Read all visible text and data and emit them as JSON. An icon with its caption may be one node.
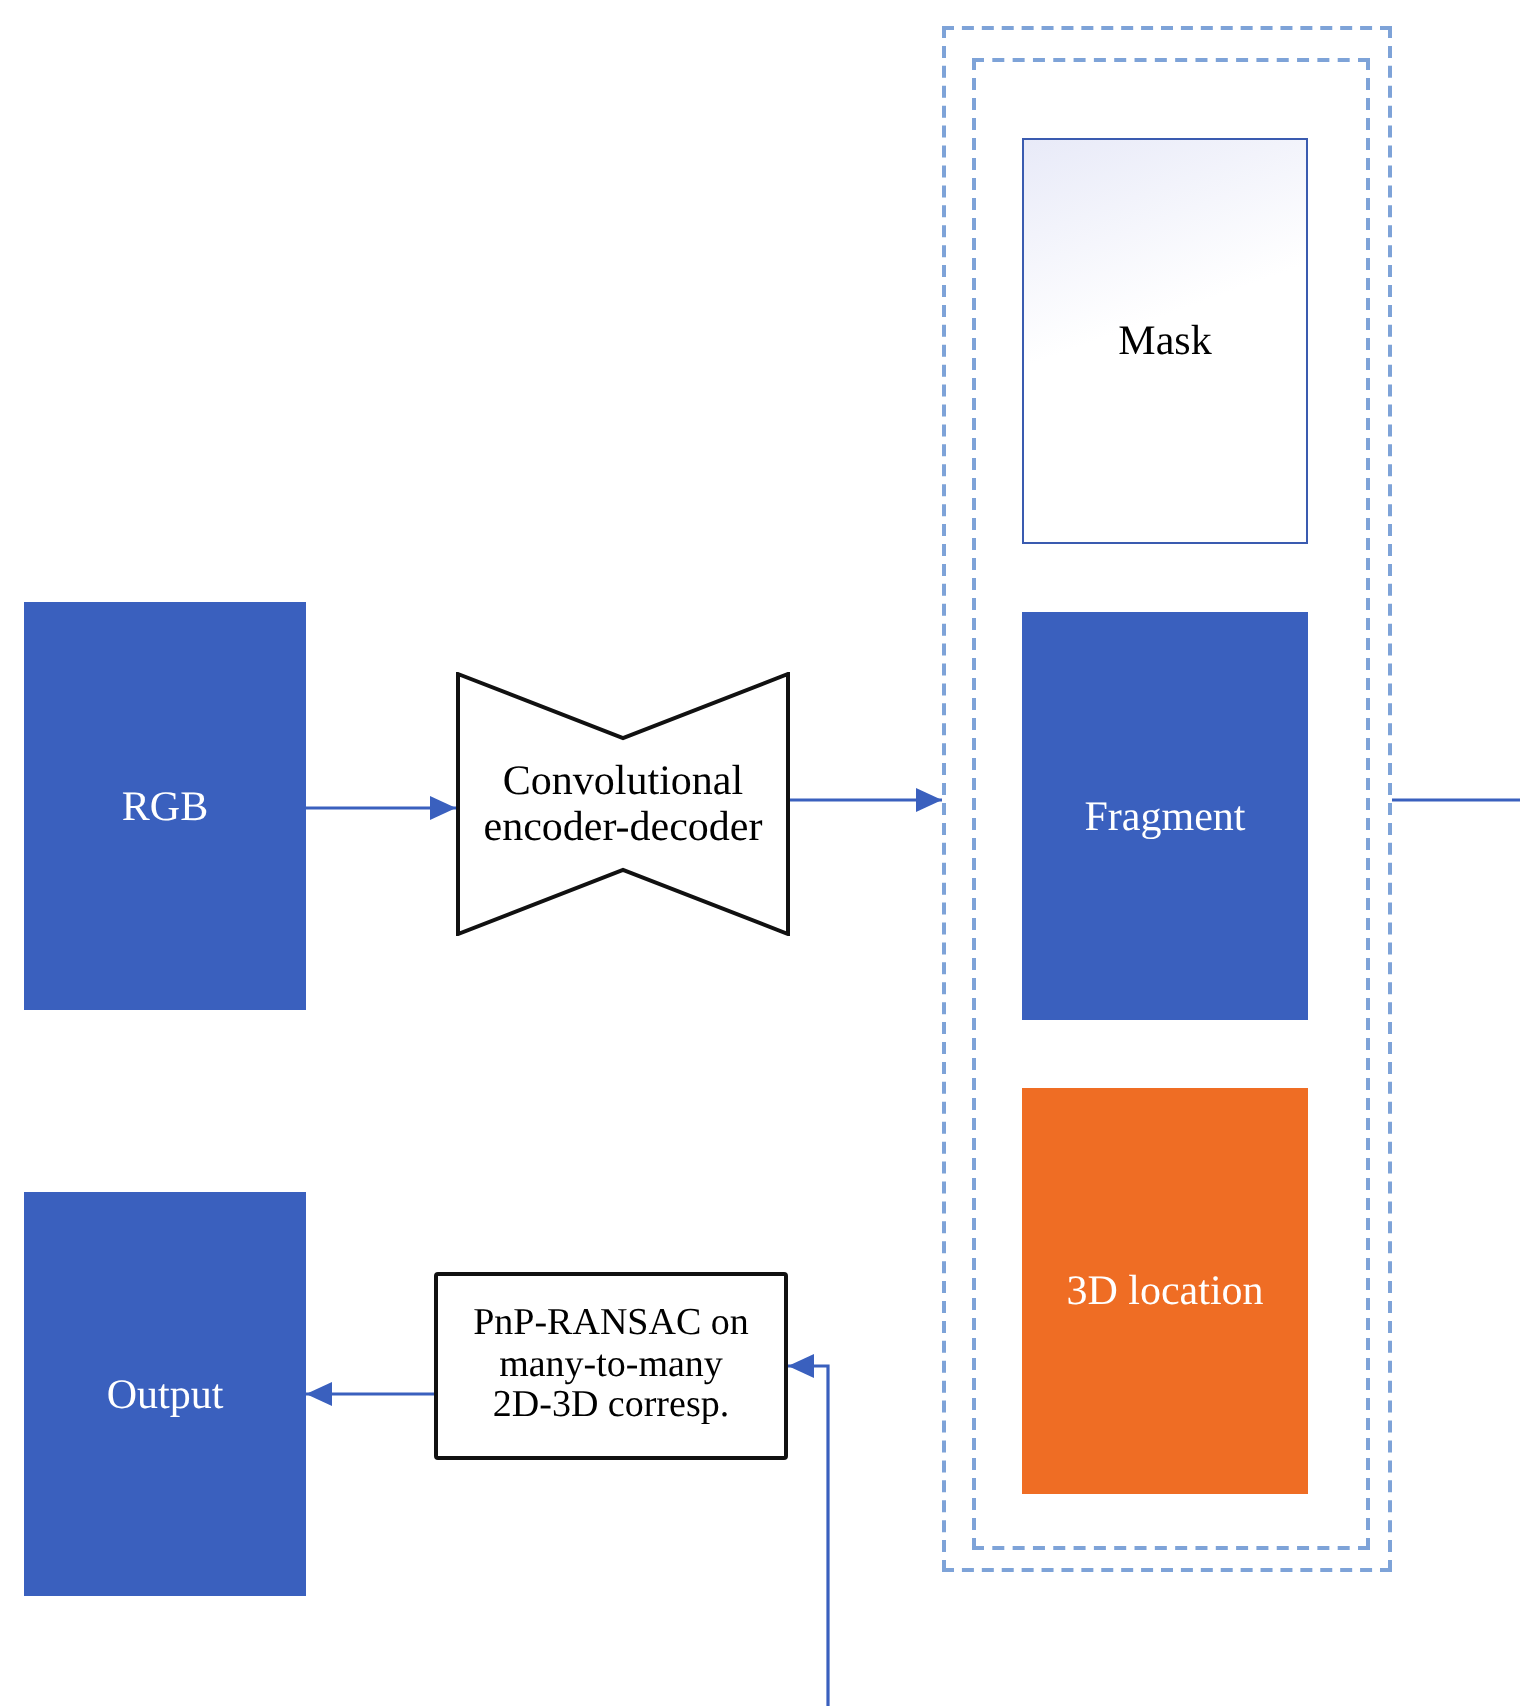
{
  "diagram": {
    "nodes": [
      {
        "text": [
          "RGB"
        ]
      },
      {
        "text": [
          "Convolutional encoder-decoder"
        ]
      },
      {
        "text": [],
        "shape": "box"
      },
      {
        "text": [],
        "shape": "box",
        "in": 2
      },
      {
        "text": [
          "Mask"
        ],
        "in": 3
      },
      {
        "text": [
          "Fragment"
        ],
        "in": 3
      },
      {
        "text": [
          "3D location"
        ],
        "in": 3
      },
      {
        "text": [
          "Output"
        ]
      },
      {
        "text": [
          "PnP-RANSAC on many-to-many 2D-3D corresp."
        ]
      }
    ],
    "edges": [
      {
        "from": 0,
        "to": 1,
        "arrow": "to"
      },
      {
        "from": 1,
        "to": 2,
        "arrow": "to"
      },
      {
        "from": 2,
        "to": null,
        "arrow": "none"
      },
      {
        "from": null,
        "to": 8,
        "arrow": "to"
      },
      {
        "from": 8,
        "to": 7,
        "arrow": "to"
      }
    ]
  }
}
